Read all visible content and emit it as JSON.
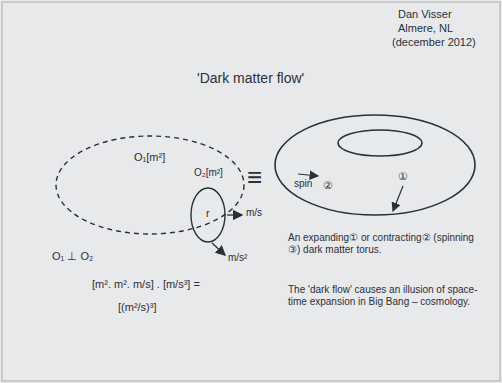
{
  "diagram": {
    "title": "'Dark matter flow'",
    "nodes": [
      {
        "text": [
          "O₁[m²]"
        ]
      },
      {
        "text": [
          "O₂[m²]",
          "r"
        ],
        "in": 0
      }
    ],
    "labels": [
      "Dan Visser",
      "Almere, NL",
      "(december 2012)",
      "m/s",
      "m/s²",
      "O₁ ⊥ O₂",
      "[m². m². m/s] . [m/s³] =",
      "[(m²/s)³]",
      "≡",
      "spin",
      "②",
      "①",
      "An expanding① or contracting② (spinning ③) dark matter torus.",
      "The 'dark flow' causes an illusion of space-time expansion in Big Bang – cosmology."
    ]
  }
}
